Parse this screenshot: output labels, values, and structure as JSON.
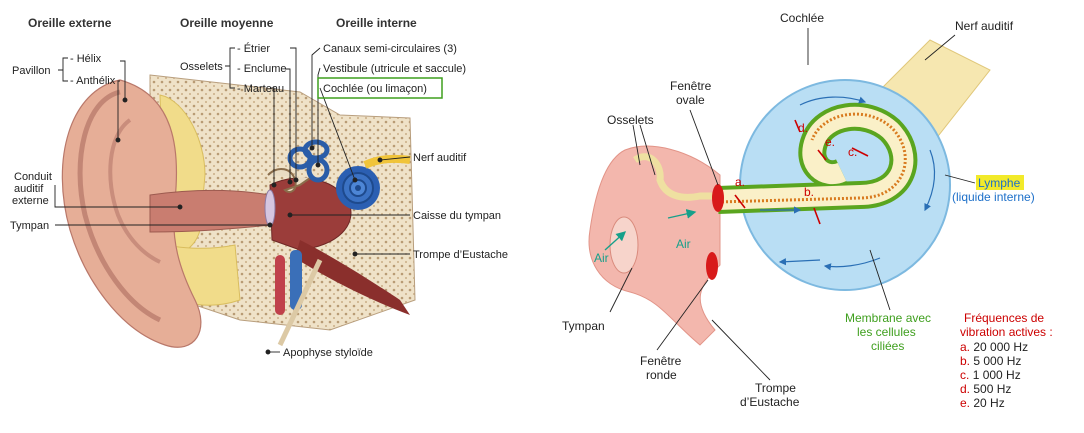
{
  "left": {
    "headers": {
      "outer": "Oreille externe",
      "middle": "Oreille moyenne",
      "inner": "Oreille interne"
    },
    "labels": {
      "pavillon": "Pavillon",
      "helix": "- Hélix",
      "anthelix": "- Anthélix",
      "osselets": "Osselets",
      "etrier": "- Étrier",
      "enclume": "- Enclume",
      "marteau": "- Marteau",
      "canaux": "Canaux semi-circulaires (3)",
      "vestibule": "Vestibule (utricule et saccule)",
      "cochlee": "Cochlée (ou limaçon)",
      "nerf": "Nerf auditif",
      "conduit1": "Conduit",
      "conduit2": "auditif",
      "conduit3": "externe",
      "tympan": "Tympan",
      "caisse": "Caisse du tympan",
      "trompe": "Trompe d’Eustache",
      "apophyse": "Apophyse styloïde"
    }
  },
  "right": {
    "labels": {
      "cochlee": "Cochlée",
      "nerf": "Nerf auditif",
      "fenetre_ovale1": "Fenêtre",
      "fenetre_ovale2": "ovale",
      "osselets": "Osselets",
      "air1": "Air",
      "air2": "Air",
      "tympan": "Tympan",
      "fenetre_ronde1": "Fenêtre",
      "fenetre_ronde2": "ronde",
      "trompe1": "Trompe",
      "trompe2": "d’Eustache",
      "lymphe": "Lymphe",
      "lymphe_sub": "(liquide interne)",
      "membrane1": "Membrane avec",
      "membrane2": "les cellules",
      "membrane3": "ciliées",
      "freq_title1": "Fréquences de",
      "freq_title2": "vibration actives :"
    },
    "point_labels": [
      "a.",
      "b.",
      "c.",
      "d.",
      "e."
    ],
    "frequencies": [
      {
        "letter": "a.",
        "value": "20 000 Hz"
      },
      {
        "letter": "b.",
        "value": "5 000 Hz"
      },
      {
        "letter": "c.",
        "value": "1 000 Hz"
      },
      {
        "letter": "d.",
        "value": "500 Hz"
      },
      {
        "letter": "e.",
        "value": "20 Hz"
      }
    ]
  },
  "colors": {
    "skin": "#e9b7a0",
    "cartilage": "#f1dc8a",
    "bone": "#efe2c8",
    "lymph": "#b9def4",
    "membrane": "#5aa51f",
    "red": "#cc0000",
    "blue_text": "#1c6fc9",
    "air": "#16a08a",
    "highlight": "#f2ea2a"
  }
}
